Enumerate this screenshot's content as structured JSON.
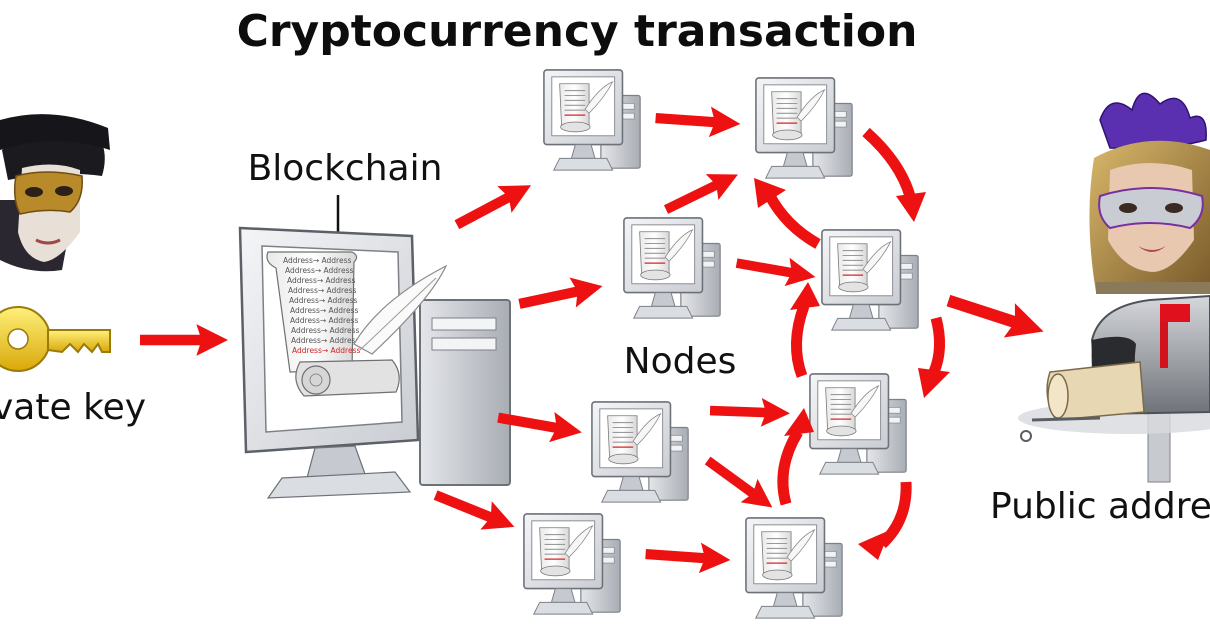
{
  "diagram": {
    "title": "Cryptocurrency transaction",
    "labels": {
      "private_key": "vate key",
      "blockchain": "Blockchain",
      "nodes": "Nodes",
      "public_address": "Public addre"
    },
    "ledger_entry": "Address→ Address",
    "colors": {
      "arrow": "#ee1111",
      "monitor_frame": "#d9dbe0",
      "tower": "#cfd2d8",
      "key": "#f2cf1d",
      "mailbox": "#8c8f94",
      "mailbox_flag": "#e0101c",
      "mask_gold": "#b88a2a",
      "mask_silver": "#c9ccd3",
      "plume": "#5a2fb0"
    },
    "icons": [
      "masked-sender-icon",
      "private-key-icon",
      "blockchain-computer-icon",
      "node-computer-icon",
      "masked-receiver-icon",
      "mailbox-icon"
    ]
  }
}
